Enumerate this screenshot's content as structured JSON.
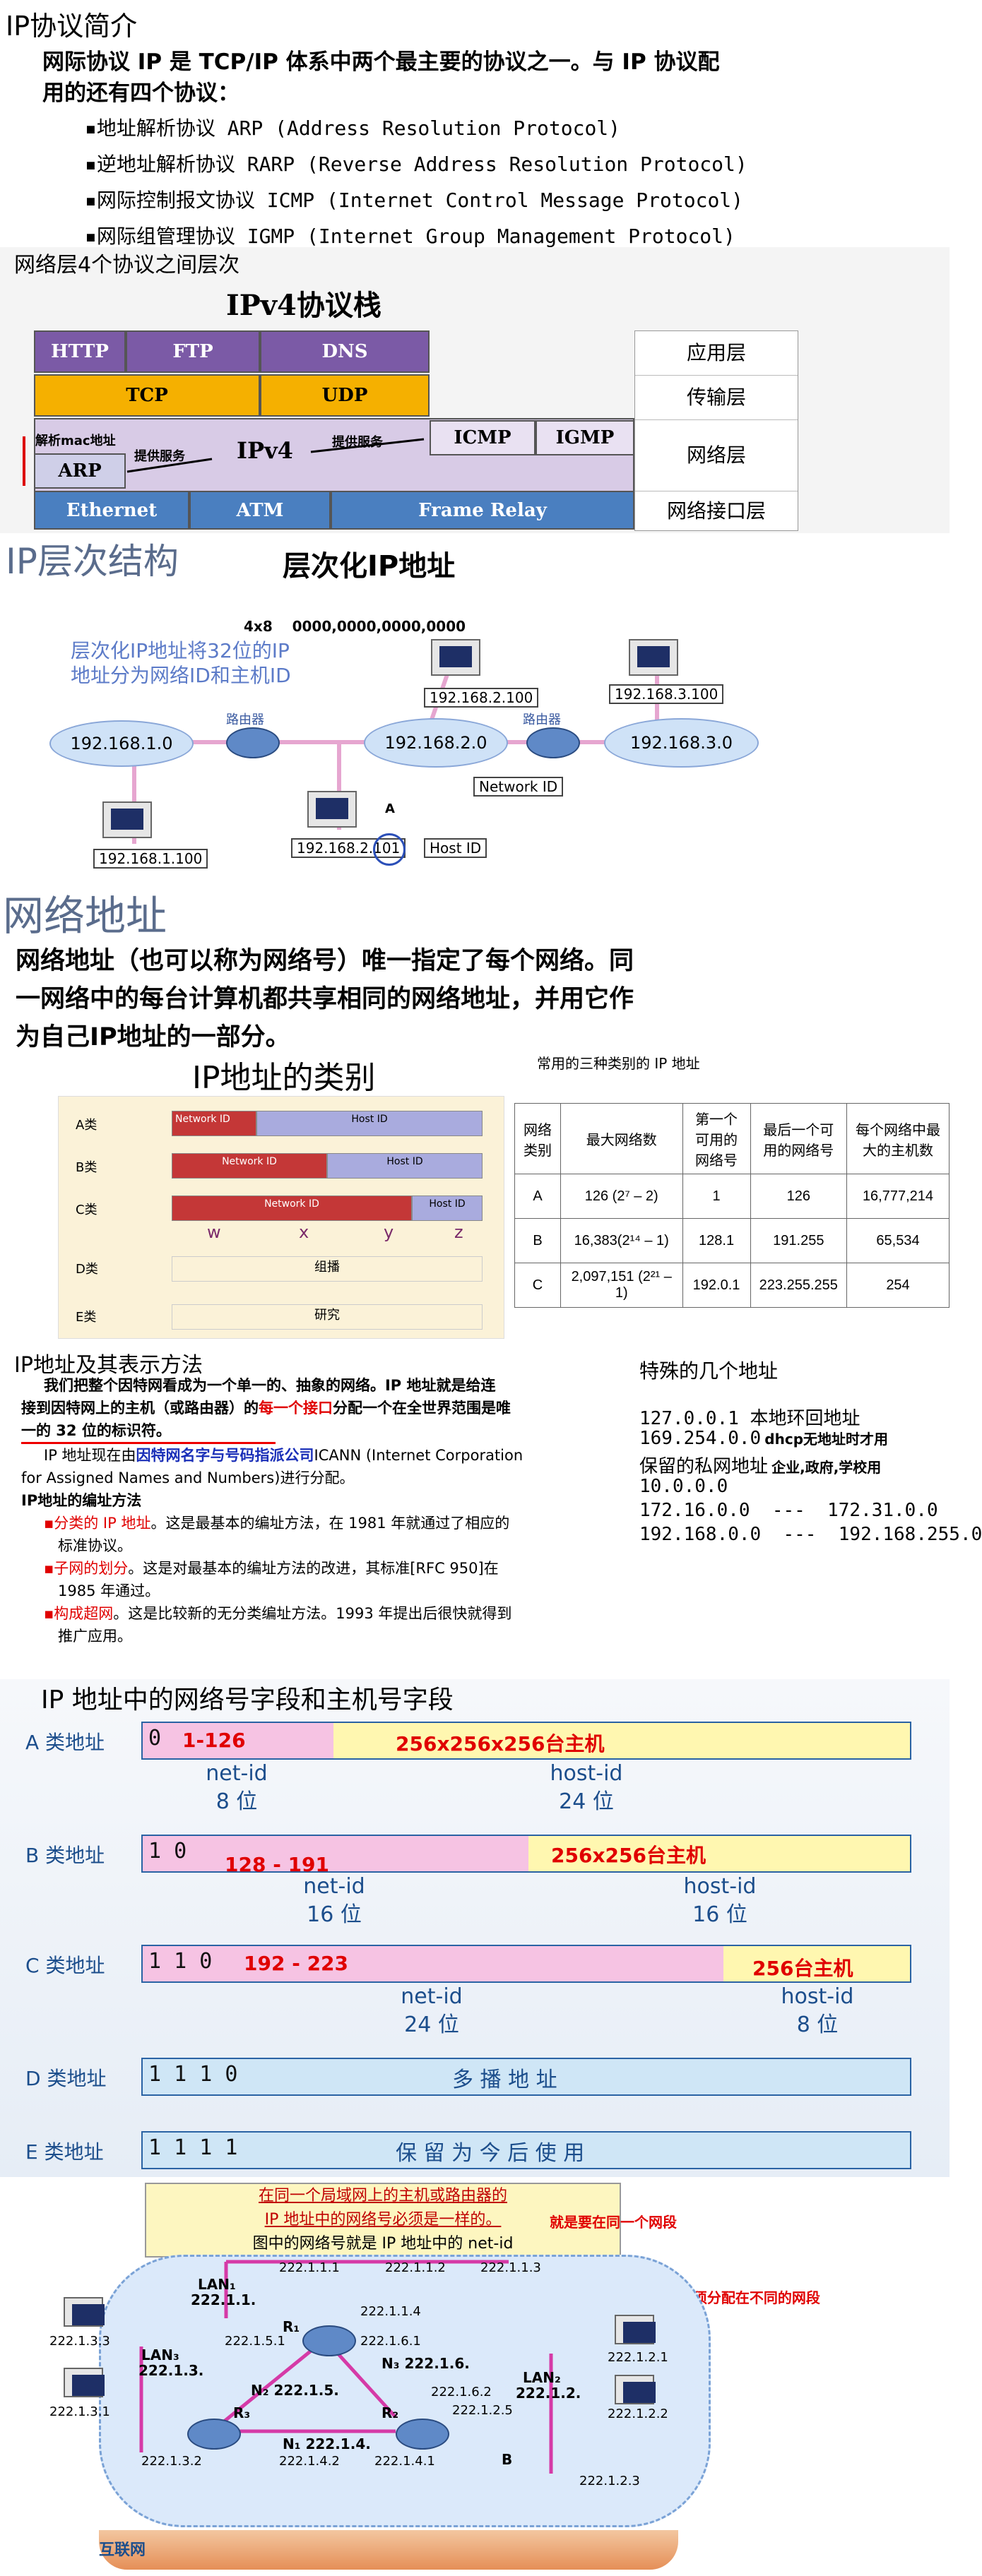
{
  "s1": {
    "title": "IP协议简介",
    "para1": "网际协议 IP 是 TCP/IP 体系中两个最主要的协议之一。与 IP 协议配",
    "para2": "用的还有四个协议：",
    "items": [
      "▪地址解析协议 ARP (Address Resolution Protocol)",
      "▪逆地址解析协议 RARP (Reverse Address Resolution Protocol)",
      "▪网际控制报文协议 ICMP (Internet Control Message Protocol)",
      "▪网际组管理协议 IGMP (Internet Group Management Protocol)"
    ]
  },
  "s2": {
    "caption": "网络层4个协议之间层次",
    "title": "IPv4协议栈",
    "cells": {
      "http": "HTTP",
      "ftp": "FTP",
      "dns": "DNS",
      "tcp": "TCP",
      "udp": "UDP",
      "ipv4": "IPv4",
      "arp": "ARP",
      "icmp": "ICMP",
      "igmp": "IGMP",
      "ethernet": "Ethernet",
      "atm": "ATM",
      "frame_relay": "Frame Relay"
    },
    "layers": [
      "应用层",
      "传输层",
      "网络层",
      "网络接口层"
    ],
    "annots": {
      "mac": "解析mac地址",
      "svc1": "提供服务",
      "svc2": "提供服务"
    }
  },
  "s3": {
    "title": "IP层次结构",
    "subtitle": "层次化IP地址",
    "bits": "4x8    0000,0000,0000,0000",
    "desc1": "层次化IP地址将32位的IP",
    "desc2": "地址分为网络ID和主机ID",
    "net1": "192.168.1.0",
    "net2": "192.168.2.0",
    "net3": "192.168.3.0",
    "router": "路由器",
    "h1": "192.168.2.100",
    "h2": "192.168.3.100",
    "h3": "192.168.1.100",
    "h4": "192.168.2.101",
    "netid": "Network ID",
    "hostid": "Host ID",
    "a": "A"
  },
  "s4": {
    "title": "网络地址",
    "l1": "网络地址（也可以称为网络号）唯一指定了每个网络。同",
    "l2": "一网络中的每台计算机都共享相同的网络地址，并用它作",
    "l3": "为自己IP地址的一部分。"
  },
  "s5": {
    "title": "IP地址的类别",
    "rows": [
      "A类",
      "B类",
      "C类",
      "D类",
      "E类"
    ],
    "netid": "Network ID",
    "hostid": "Host ID",
    "letters": [
      "w",
      "x",
      "y",
      "z"
    ],
    "d_label": "组播",
    "e_label": "研究",
    "table_title": "常用的三种类别的 IP 地址",
    "headers": [
      "网络类别",
      "最大网络数",
      "第一个可用的网络号",
      "最后一个可用的网络号",
      "每个网络中最大的主机数"
    ],
    "table": [
      [
        "A",
        "126 (2⁷ – 2)",
        "1",
        "126",
        "16,777,214"
      ],
      [
        "B",
        "16,383(2¹⁴ – 1)",
        "128.1",
        "191.255",
        "65,534"
      ],
      [
        "C",
        "2,097,151 (2²¹ – 1)",
        "192.0.1",
        "223.255.255",
        "254"
      ]
    ]
  },
  "s6": {
    "title": "IP地址及其表示方法",
    "p1a": "我们把整个因特网看成为一个单一的、抽象的网络。IP 地址就是给连",
    "p1b": "接到因特网上的主机（或路由器）的",
    "p1c": "每一个接口",
    "p1d": "分配一个在全世界范围是唯",
    "p1e": "一的 32 位的标识符。",
    "p2a": "IP 地址现在由",
    "p2b": "因特网名字与号码指派公司",
    "p2c": "ICANN (Internet Corporation",
    "p2d": "for Assigned Names and Numbers)进行分配。",
    "p3": "IP地址的编址方法",
    "b1a": "▪分类的 IP 地址",
    "b1b": "。这是最基本的编址方法，在 1981 年就通过了相应的",
    "b1c": "标准协议。",
    "b2a": "▪子网的划分",
    "b2b": "。这是对最基本的编址方法的改进，其标准[RFC 950]在",
    "b2c": "1985 年通过。",
    "b3a": "▪构成超网",
    "b3b": "。这是比较新的无分类编址方法。1993 年提出后很快就得到",
    "b3c": "推广应用。",
    "special_title": "特殊的几个地址",
    "loop": "127.0.0.1 本地环回地址",
    "dhcp_ip": "169.254.0.0",
    "dhcp_note": "dhcp无地址时才用",
    "priv": "保留的私网地址",
    "priv_note": "企业,政府,学校用",
    "r1": "10.0.0.0",
    "r2": "172.16.0.0  ---  172.31.0.0",
    "r3": "192.168.0.0  ---  192.168.255.0"
  },
  "s7": {
    "title": "IP 地址中的网络号字段和主机号字段",
    "classes": [
      "A 类地址",
      "B 类地址",
      "C 类地址",
      "D 类地址",
      "E 类地址"
    ],
    "bitsA": "0",
    "bitsB": "1 0",
    "bitsC": "1 1 0",
    "bitsD": "1 1 1 0",
    "bitsE": "1 1 1 1",
    "rangeA": "1-126",
    "hostsA": "256x256x256台主机",
    "rangeB": "128 - 191",
    "hostsB": "256x256台主机",
    "rangeC": "192 - 223",
    "hostsC": "256台主机",
    "netid": "net-id",
    "hostid": "host-id",
    "a_net": "8 位",
    "a_host": "24 位",
    "b_net": "16 位",
    "b_host": "16 位",
    "c_net": "24 位",
    "c_host": "8 位",
    "d_text": "多 播 地 址",
    "e_text": "保 留 为 今 后 使 用"
  },
  "s8": {
    "box1": "在同一个局域网上的主机或路由器的",
    "box2": "IP 地址中的网络号必须是一样的。",
    "box3": "图中的网络号就是 IP 地址中的 net-id",
    "note1": "就是要在同一个网段",
    "note2": "router的每一个口必须分配在不同的网段",
    "lan1": "LAN₁",
    "lan1_ip": "222.1.1.",
    "lan2": "LAN₂",
    "lan2_ip": "222.1.2.",
    "lan3": "LAN₃",
    "lan3_ip": "222.1.3.",
    "ips": [
      "222.1.1.1",
      "222.1.1.2",
      "222.1.1.3",
      "222.1.1.4",
      "222.1.6.1",
      "222.1.5.1",
      "222.1.6.2",
      "222.1.2.5",
      "222.1.4.2",
      "222.1.4.1",
      "222.1.3.2",
      "222.1.3.3",
      "222.1.3.1",
      "222.1.2.1",
      "222.1.2.2",
      "222.1.2.3"
    ],
    "n1": "N₁ 222.1.4.",
    "n2": "N₂ 222.1.5.",
    "n3": "N₃ 222.1.6.",
    "r1": "R₁",
    "r2": "R₂",
    "r3": "R₃",
    "b": "B",
    "internet": "互联网"
  }
}
